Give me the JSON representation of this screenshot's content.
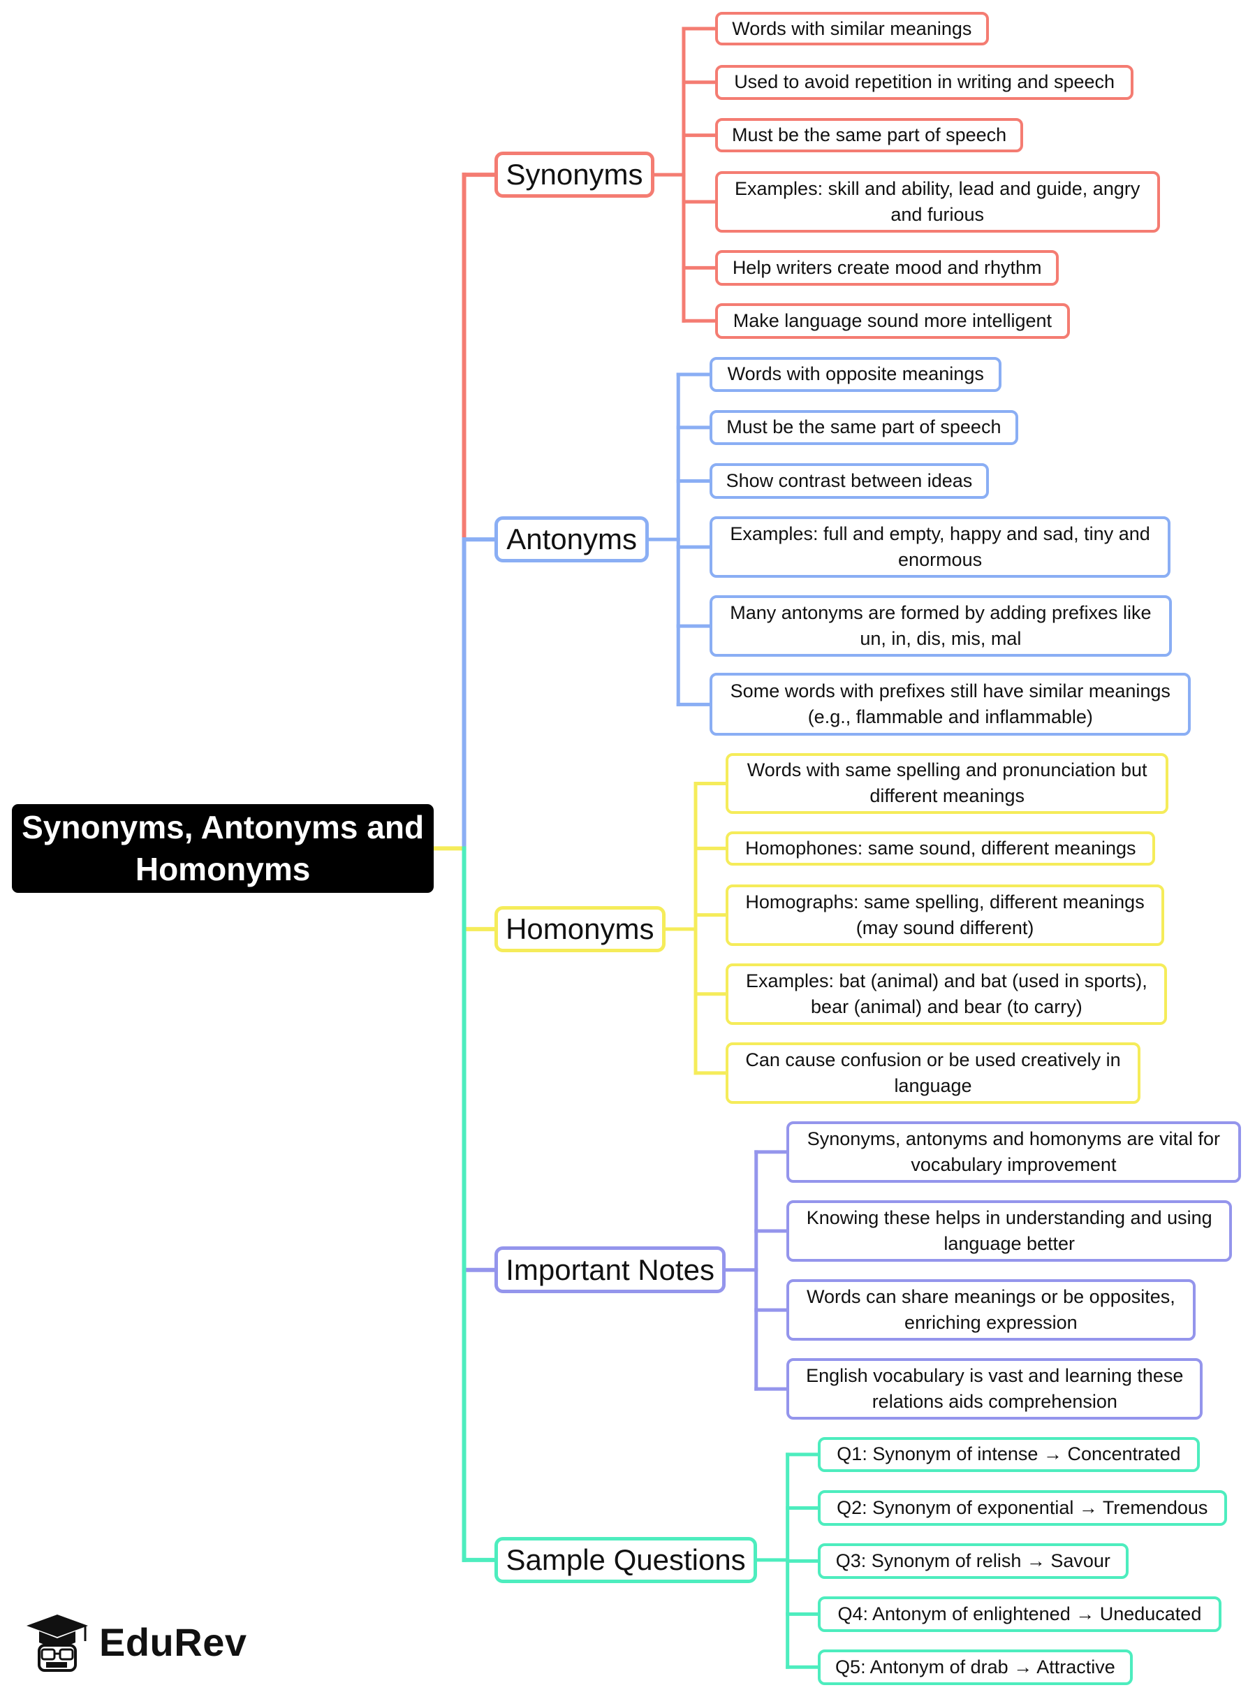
{
  "root": {
    "title": "Synonyms, Antonyms and Homonyms"
  },
  "brand": {
    "name": "EduRev",
    "icon": "graduation-cap-logo-icon"
  },
  "branches": [
    {
      "id": "synonyms",
      "label": "Synonyms",
      "color": "#F47C72",
      "items": [
        "Words with similar meanings",
        "Used to avoid repetition in writing and speech",
        "Must be the same part of speech",
        "Examples: skill and ability, lead and guide, angry and furious",
        "Help writers create mood and rhythm",
        "Make language sound more intelligent"
      ]
    },
    {
      "id": "antonyms",
      "label": "Antonyms",
      "color": "#8AAEF4",
      "items": [
        "Words with opposite meanings",
        "Must be the same part of speech",
        "Show contrast between ideas",
        "Examples: full and empty, happy and sad, tiny and enormous",
        "Many antonyms are formed by adding prefixes like un, in, dis, mis, mal",
        "Some words with prefixes still have similar meanings (e.g., flammable and inflammable)"
      ]
    },
    {
      "id": "homonyms",
      "label": "Homonyms",
      "color": "#F5EC5A",
      "items": [
        "Words with same spelling and pronunciation but different meanings",
        "Homophones: same sound, different meanings",
        "Homographs: same spelling, different meanings (may sound different)",
        "Examples: bat (animal) and bat (used in sports), bear (animal) and bear (to carry)",
        "Can cause confusion or be used creatively in language"
      ]
    },
    {
      "id": "important-notes",
      "label": "Important Notes",
      "color": "#9495EC",
      "items": [
        "Synonyms, antonyms and homonyms are vital for vocabulary improvement",
        "Knowing these helps in understanding and using language better",
        "Words can share meanings or be opposites, enriching expression",
        "English vocabulary is vast and learning these relations aids comprehension"
      ]
    },
    {
      "id": "sample-questions",
      "label": "Sample Questions",
      "color": "#4DEDBE",
      "items": [
        "Q1: Synonym of intense → Concentrated",
        "Q2: Synonym of exponential → Tremendous",
        "Q3: Synonym of relish → Savour",
        "Q4: Antonym of enlightened → Uneducated",
        "Q5: Antonym of drab → Attractive"
      ]
    }
  ]
}
